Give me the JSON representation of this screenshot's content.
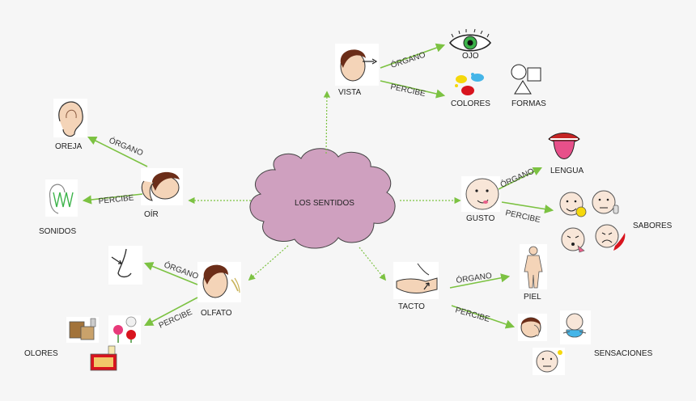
{
  "center": {
    "label": "LOS SENTIDOS",
    "color": "#cfa0bf"
  },
  "arrow_color": "#7cc242",
  "senses": {
    "vista": {
      "label": "VISTA",
      "organo_edge": "ÓRGANO",
      "percibe_edge": "PERCIBE",
      "organ": "OJO",
      "perceives": [
        "COLORES",
        "FORMAS"
      ]
    },
    "oir": {
      "label": "OÍR",
      "organo_edge": "ÓRGANO",
      "percibe_edge": "PERCIBE",
      "organ": "OREJA",
      "perceives": [
        "SONIDOS"
      ]
    },
    "gusto": {
      "label": "GUSTO",
      "organo_edge": "ÓRGANO",
      "percibe_edge": "PERCIBE",
      "organ": "LENGUA",
      "perceives": [
        "SABORES"
      ]
    },
    "olfato": {
      "label": "OLFATO",
      "organo_edge": "ÓRGANO",
      "percibe_edge": "PERCIBE",
      "organ": "",
      "perceives": [
        "OLORES"
      ]
    },
    "tacto": {
      "label": "TACTO",
      "organo_edge": "ÓRGANO",
      "percibe_edge": "PERCIBE",
      "organ": "PIEL",
      "perceives": [
        "SENSACIONES"
      ]
    }
  }
}
